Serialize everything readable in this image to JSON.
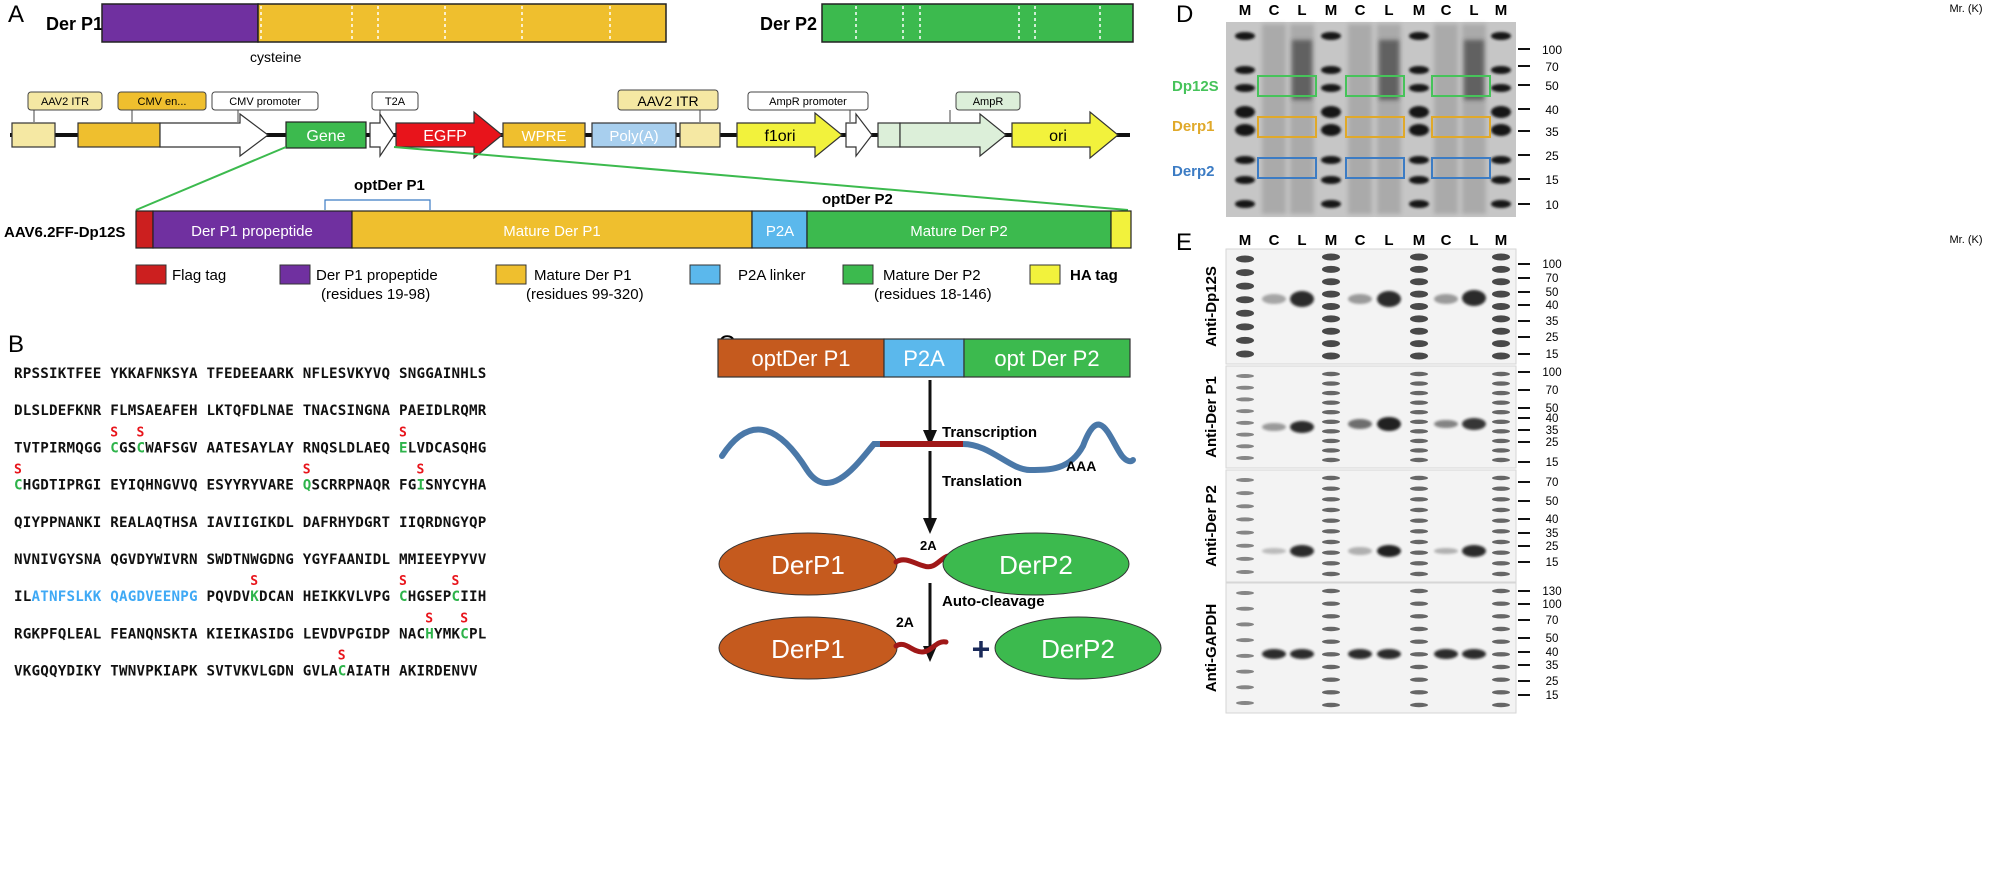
{
  "colors": {
    "purple": "#7030a0",
    "gold": "#efbf2e",
    "green": "#3cba4e",
    "red": "#e8141b",
    "flag_red": "#cc1f1f",
    "p2a_blue": "#5bb8ec",
    "ha_yellow": "#f2f23c",
    "orange_brown": "#c55a1e",
    "mrna_blue": "#4a78a8",
    "linker_red": "#a01818",
    "cys_green": "#2db34a",
    "p2a_seq_blue": "#3fa9f5"
  },
  "panel_letters": {
    "a": "A",
    "b": "B",
    "c": "C",
    "d": "D",
    "e": "E"
  },
  "panelA": {
    "derp1_label": "Der P1",
    "derp2_label": "Der P2",
    "cysteine_label": "cysteine",
    "plasmid": {
      "top_labels": [
        "AAV2 ITR",
        "CMV en...",
        "CMV promoter",
        "T2A",
        "AAV2 ITR",
        "AmpR promoter",
        "AmpR"
      ],
      "gene": "Gene",
      "egfp": "EGFP",
      "wpre": "WPRE",
      "polya": "Poly(A)",
      "f1ori": "f1ori",
      "ori": "ori"
    },
    "construct_label": "AAV6.2FF-Dp12S",
    "optderp1_label": "optDer P1",
    "optderp2_label": "optDer P2",
    "segments": {
      "propeptide": "Der P1 propeptide",
      "mature_p1": "Mature Der P1",
      "p2a": "P2A",
      "mature_p2": "Mature Der P2"
    },
    "legend": [
      {
        "label": "Flag tag",
        "sub": ""
      },
      {
        "label": "Der P1 propeptide",
        "sub": "(residues 19-98)"
      },
      {
        "label": "Mature Der P1",
        "sub": "(residues 99-320)"
      },
      {
        "label": "P2A linker",
        "sub": ""
      },
      {
        "label": "Mature Der P2",
        "sub": "(residues 18-146)"
      },
      {
        "label": "HA tag",
        "sub": ""
      }
    ]
  },
  "panelB": {
    "lines": [
      "RPSSIKTFEE YKKAFNKSYA TFEDEEAARK NFLESVKYVQ SNGGAINHLS",
      "DLSLDEFKNR FLMSAEAFEH LKTQFDLNAE TNACSINGNA PAEIDLRQMR",
      "TVTPIRMQGG CGSCWAFSGV AATESAYLAY RNQSLDLAEQ ELVDCASQHG",
      "CHGDTIPRGI EYIQHNGVVQ ESYYRYVARE QSCRRPNAQR FGISNYCYHA",
      "QIYPPNANKI REALAQTHSA IAVIIGIKDL DAFRHYDGRT IIQRDNGYQP",
      "NVNIVGYSNA QGVDYWIVRN SWDTNWGDNG YGYFAANIDL MMIEEYPYVV",
      "ILATNFSLKK QAGDVEENPG PQVDVKDCAN HEIKKVLVPG CHGSEPCIIH",
      "RGKPFQLEAL FEANQNSKTA KIEIKASIDG LEVDVPGIDP NACHYMKCPL",
      "VKGQQYDIKY TWNVPKIAPK SVTVKVLGDN GVLACAIATH AKIRDENVV"
    ],
    "s_marker": "S"
  },
  "panelC": {
    "box_p1": "optDer P1",
    "box_p2a": "P2A",
    "box_p2": "opt Der P2",
    "transcription": "Transcription",
    "aaa": "AAA",
    "translation": "Translation",
    "label_2a": "2A",
    "derp1": "DerP1",
    "derp2": "DerP2",
    "autocleavage": "Auto-cleavage",
    "plus": "+"
  },
  "panelD": {
    "lane_labels": [
      "M",
      "C",
      "L",
      "M",
      "C",
      "L",
      "M",
      "C",
      "L",
      "M"
    ],
    "mr_label": "Mr. (K)",
    "markers": [
      "100",
      "70",
      "50",
      "40",
      "35",
      "25",
      "15",
      "10"
    ],
    "band_labels": {
      "dp12s": "Dp12S",
      "derp1": "Derp1",
      "derp2": "Derp2"
    },
    "band_colors": {
      "dp12s": "#46c35a",
      "derp1": "#e0a92a",
      "derp2": "#3c7cc4"
    }
  },
  "panelE": {
    "lane_labels": [
      "M",
      "C",
      "L",
      "M",
      "C",
      "L",
      "M",
      "C",
      "L",
      "M"
    ],
    "mr_label": "Mr. (K)",
    "blots": [
      {
        "label": "Anti-Dp12S",
        "markers": [
          "100",
          "70",
          "50",
          "40",
          "35",
          "25",
          "15"
        ]
      },
      {
        "label": "Anti-Der P1",
        "markers": [
          "100",
          "70",
          "50",
          "40",
          "35",
          "25",
          "15"
        ]
      },
      {
        "label": "Anti-Der P2",
        "markers": [
          "70",
          "50",
          "40",
          "35",
          "25",
          "15"
        ]
      },
      {
        "label": "Anti-GAPDH",
        "markers": [
          "130",
          "100",
          "70",
          "50",
          "40",
          "35",
          "25",
          "15"
        ]
      }
    ]
  }
}
